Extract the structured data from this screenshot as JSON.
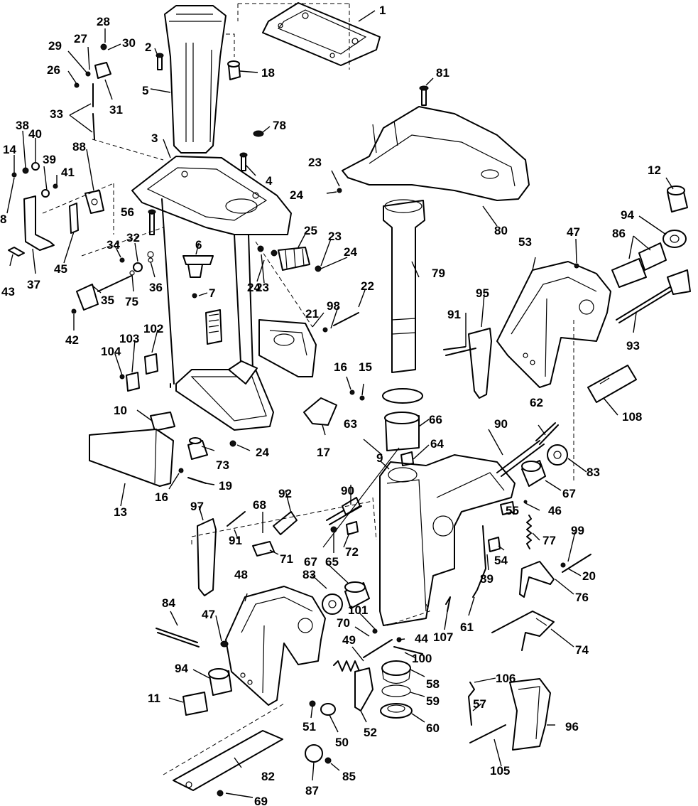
{
  "callouts": [
    "1",
    "2",
    "3",
    "4",
    "5",
    "6",
    "7",
    "8",
    "9",
    "10",
    "11",
    "12",
    "13",
    "14",
    "15",
    "16",
    "16",
    "17",
    "18",
    "19",
    "20",
    "21",
    "22",
    "23",
    "23",
    "23",
    "24",
    "24",
    "24",
    "24",
    "25",
    "26",
    "27",
    "28",
    "29",
    "30",
    "31",
    "32",
    "33",
    "34",
    "35",
    "36",
    "37",
    "38",
    "39",
    "40",
    "41",
    "42",
    "43",
    "44",
    "45",
    "46",
    "47",
    "47",
    "48",
    "49",
    "50",
    "51",
    "52",
    "53",
    "54",
    "55",
    "56",
    "57",
    "58",
    "59",
    "60",
    "61",
    "62",
    "63",
    "64",
    "65",
    "66",
    "67",
    "67",
    "68",
    "69",
    "70",
    "71",
    "72",
    "73",
    "74",
    "75",
    "76",
    "77",
    "78",
    "79",
    "80",
    "81",
    "82",
    "83",
    "83",
    "84",
    "85",
    "86",
    "87",
    "88",
    "89",
    "90",
    "90",
    "91",
    "91",
    "92",
    "93",
    "94",
    "94",
    "95",
    "96",
    "97",
    "98",
    "99",
    "100",
    "101",
    "102",
    "103",
    "104",
    "105",
    "106",
    "107",
    "108"
  ]
}
